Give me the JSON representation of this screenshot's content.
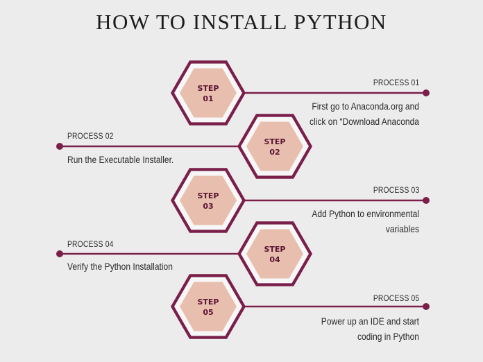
{
  "title": "HOW TO INSTALL PYTHON",
  "colors": {
    "background": "#ececec",
    "accent": "#7a1f4a",
    "hex_fill": "#e8bfae",
    "hex_ring": "#f7f7f7",
    "text": "#2a2a2a"
  },
  "steps": [
    {
      "step_line1": "STEP",
      "step_line2": "01",
      "process": "PROCESS 01",
      "description": "First go to Anaconda.org and click on “Download Anaconda",
      "side": "right"
    },
    {
      "step_line1": "STEP",
      "step_line2": "02",
      "process": "PROCESS 02",
      "description": "Run the Executable Installer.",
      "side": "left"
    },
    {
      "step_line1": "STEP",
      "step_line2": "03",
      "process": "PROCESS 03",
      "description": "Add Python to environmental variables",
      "side": "right"
    },
    {
      "step_line1": "STEP",
      "step_line2": "04",
      "process": "PROCESS 04",
      "description": "Verify the Python Installation",
      "side": "left"
    },
    {
      "step_line1": "STEP",
      "step_line2": "05",
      "process": "PROCESS 05",
      "description": "Power up an IDE and start coding in Python",
      "side": "right"
    }
  ]
}
